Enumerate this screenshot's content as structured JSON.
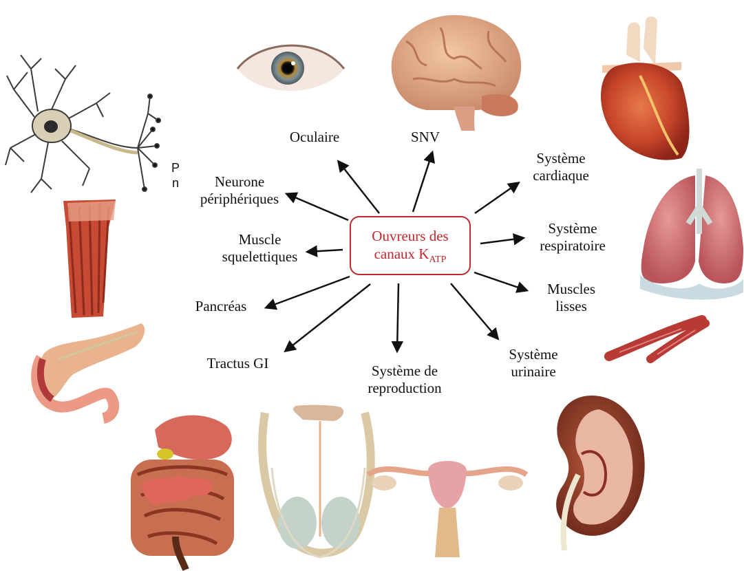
{
  "center": {
    "line1": "Ouvreurs des",
    "line2": "canaux K",
    "subscript": "ATP"
  },
  "labels": {
    "oculaire": [
      "Oculaire"
    ],
    "snv": [
      "SNV"
    ],
    "cardiaque": [
      "Système",
      "cardiaque"
    ],
    "respiratoire": [
      "Système",
      "respiratoire"
    ],
    "muscles_lisses": [
      "Muscles",
      "lisses"
    ],
    "urinaire": [
      "Système",
      "urinaire"
    ],
    "reproduction": [
      "Système de",
      "reproduction"
    ],
    "tractus": [
      "Tractus GI"
    ],
    "pancreas": [
      "Pancréas"
    ],
    "muscle_squelettiques": [
      "Muscle",
      "squelettiques"
    ],
    "neurone": [
      "Neurone",
      "périphériques"
    ]
  },
  "neuron_letters": [
    "P",
    "n"
  ],
  "colors": {
    "center_border": "#c0282d",
    "arrow": "#111111"
  }
}
